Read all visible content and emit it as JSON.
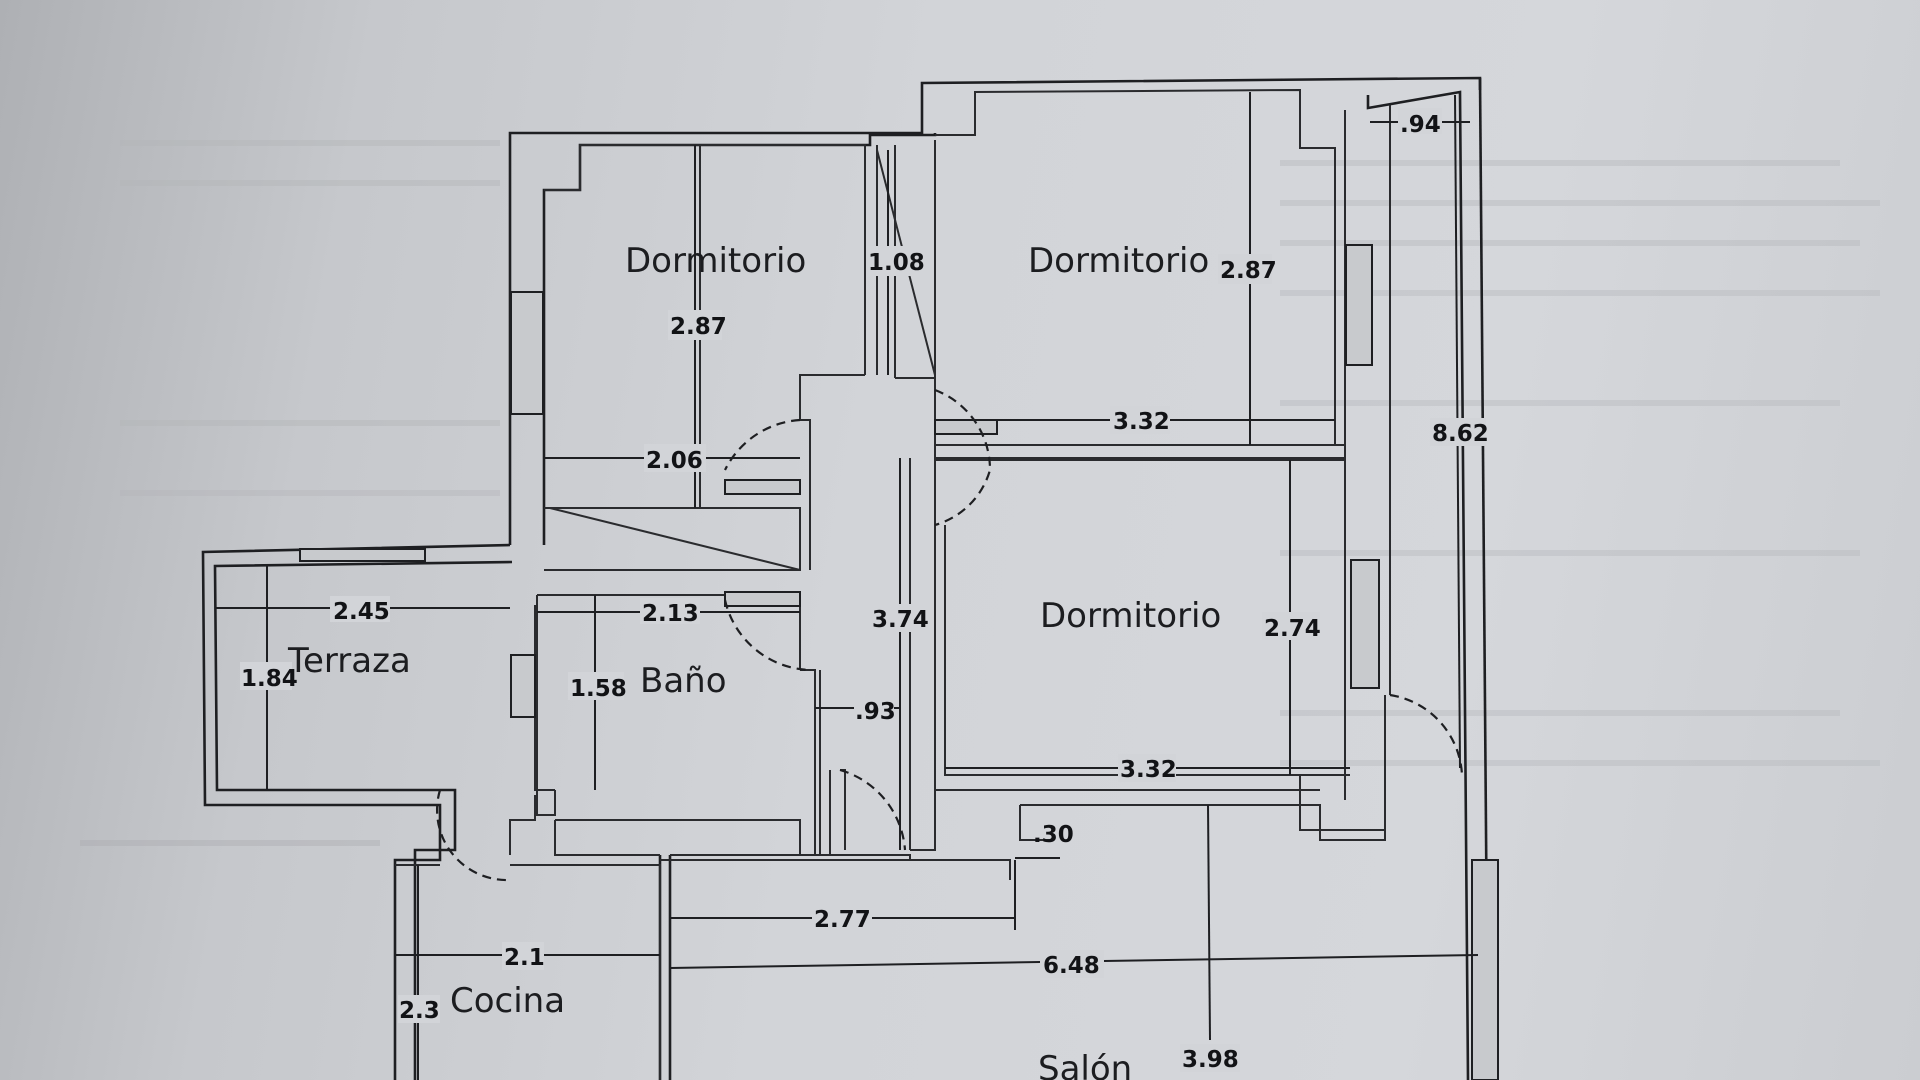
{
  "rooms": {
    "dormitorio_1": "Dormitorio",
    "dormitorio_2": "Dormitorio",
    "dormitorio_3": "Dormitorio",
    "terraza": "Terraza",
    "bano": "Baño",
    "cocina": "Cocina",
    "salon": "Salón"
  },
  "dimensions": {
    "d_0_94": ".94",
    "d_1_08": "1.08",
    "d_2_87_a": "2.87",
    "d_2_87_b": "2.87",
    "d_3_32_a": "3.32",
    "d_2_06": "2.06",
    "d_8_62": "8.62",
    "d_2_45": "2.45",
    "d_2_13": "2.13",
    "d_3_74": "3.74",
    "d_2_74": "2.74",
    "d_1_84": "1.84",
    "d_1_58": "1.58",
    "d_0_93": ".93",
    "d_3_32_b": "3.32",
    "d_0_30": ".30",
    "d_2_77": "2.77",
    "d_2_1": "2.1",
    "d_6_48": "6.48",
    "d_2_3": "2.3",
    "d_3_98": "3.98"
  }
}
